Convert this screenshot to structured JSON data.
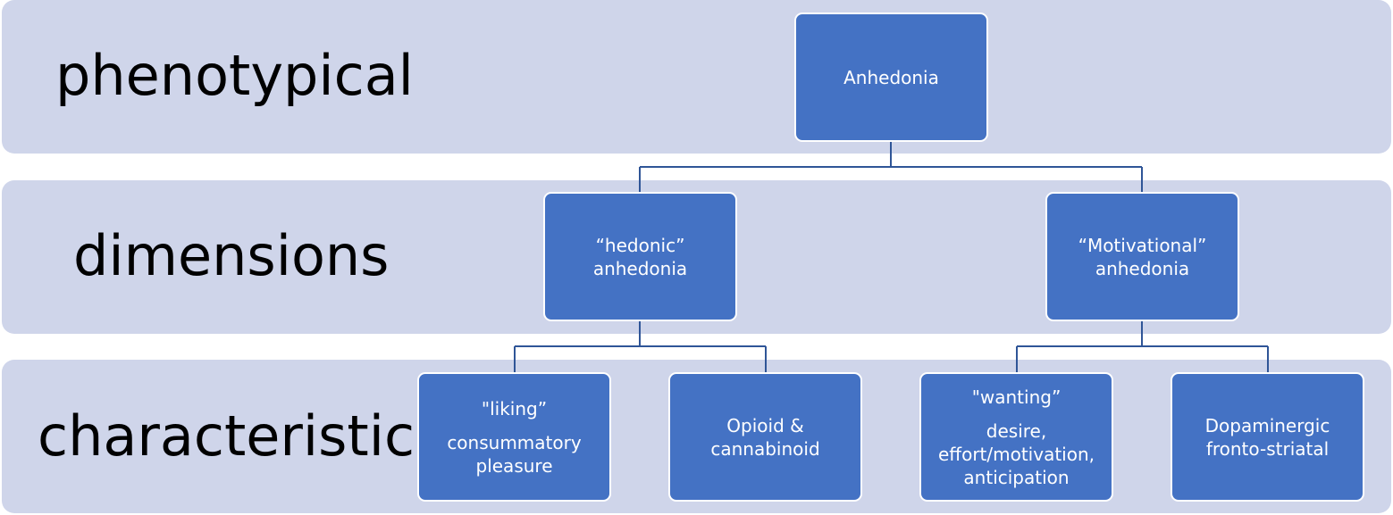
{
  "levels": {
    "phenotypical": "phenotypical",
    "dimensions": "dimensions",
    "characteristics": "characteristics"
  },
  "nodes": {
    "root": "Anhedonia",
    "hedonic": {
      "line1": "“hedonic”",
      "line2": "anhedonia"
    },
    "motivational": {
      "line1": "“Motivational”",
      "line2": "anhedonia"
    },
    "liking": {
      "title": "\"liking”",
      "line1": "consummatory",
      "line2": "pleasure"
    },
    "opioid": {
      "line1": "Opioid &",
      "line2": "cannabinoid"
    },
    "wanting": {
      "title": "\"wanting”",
      "line1": "desire,",
      "line2": "effort/motivation,",
      "line3": "anticipation"
    },
    "dopaminergic": {
      "line1": "Dopaminergic",
      "line2": "fronto-striatal"
    }
  },
  "colors": {
    "band": "#cfd5ea",
    "node": "#4472c4",
    "connector": "#2f5597"
  }
}
